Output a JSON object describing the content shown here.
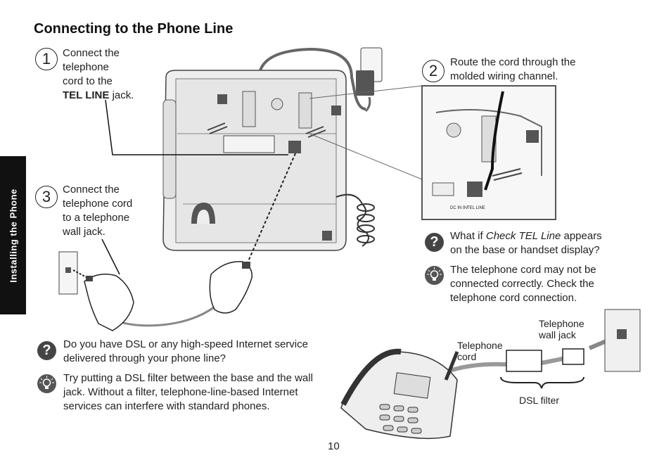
{
  "page": {
    "title": "Connecting to the Phone Line",
    "side_tab": "Installing the Phone",
    "page_number": "10"
  },
  "steps": [
    {
      "number": "1",
      "line1": "Connect the",
      "line2": "telephone",
      "line3": "cord to the",
      "bold": "TEL LINE",
      "line4_rest": " jack."
    },
    {
      "number": "2",
      "line1": "Route the cord through the",
      "line2": "molded wiring channel."
    },
    {
      "number": "3",
      "line1": "Connect the",
      "line2": "telephone cord",
      "line3": "to a telephone",
      "line4": "wall jack."
    }
  ],
  "tel_line_tip": {
    "question_pre": "What if ",
    "question_em": "Check TEL Line",
    "question_post": " appears",
    "question_line2": "on the base or handset display?",
    "answer_line1": "The telephone cord may not be",
    "answer_line2": "connected correctly. Check the",
    "answer_line3": "telephone cord connection."
  },
  "dsl_tip": {
    "question_line1": "Do you have DSL or any high-speed Internet service",
    "question_line2": "delivered through your phone line?",
    "answer_line1": "Try putting a DSL filter between the base and the wall",
    "answer_line2": "jack. Without a filter, telephone-line-based Internet",
    "answer_line3": "services can interfere with standard phones."
  },
  "diagram_labels": {
    "telephone_wall_jack_l1": "Telephone",
    "telephone_wall_jack_l2": "wall jack",
    "telephone_cord_l1": "Telephone",
    "telephone_cord_l2": "cord",
    "dsl_filter": "DSL filter",
    "jack_label_dc": "DC IN 9V",
    "jack_label_tel": "TEL LINE"
  },
  "icons": [
    "question-icon",
    "lightbulb-icon",
    "power-adapter-icon",
    "wall-jack-icon",
    "hand-icon"
  ]
}
